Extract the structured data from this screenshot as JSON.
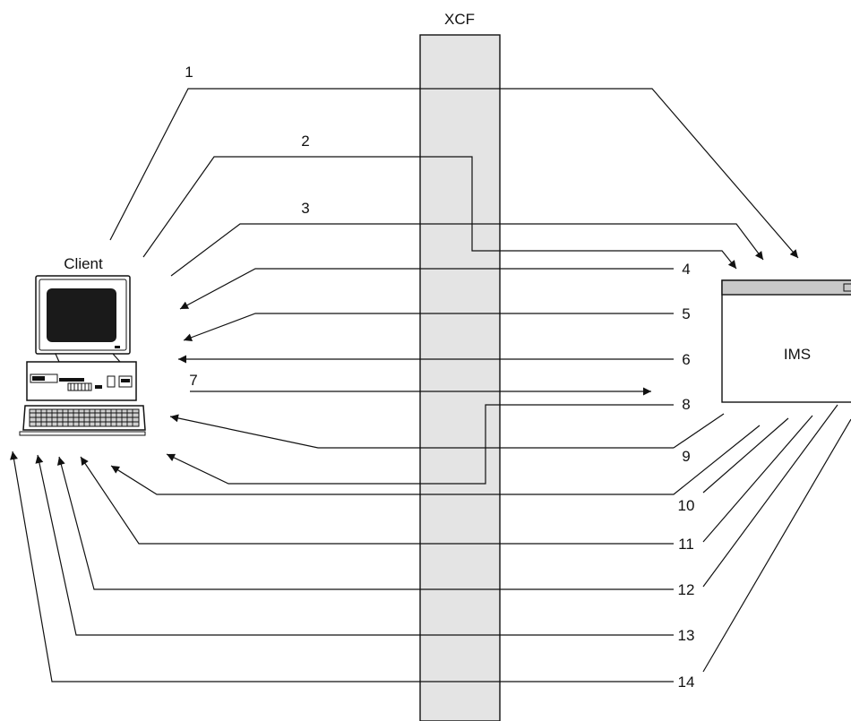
{
  "xcf": {
    "label": "XCF",
    "color": "#e4e4e4"
  },
  "client": {
    "label": "Client"
  },
  "ims": {
    "label": "IMS",
    "titlebar_color": "#c8c8c8"
  },
  "flows": [
    "1",
    "2",
    "3",
    "4",
    "5",
    "6",
    "7",
    "8",
    "9",
    "10",
    "11",
    "12",
    "13",
    "14"
  ]
}
